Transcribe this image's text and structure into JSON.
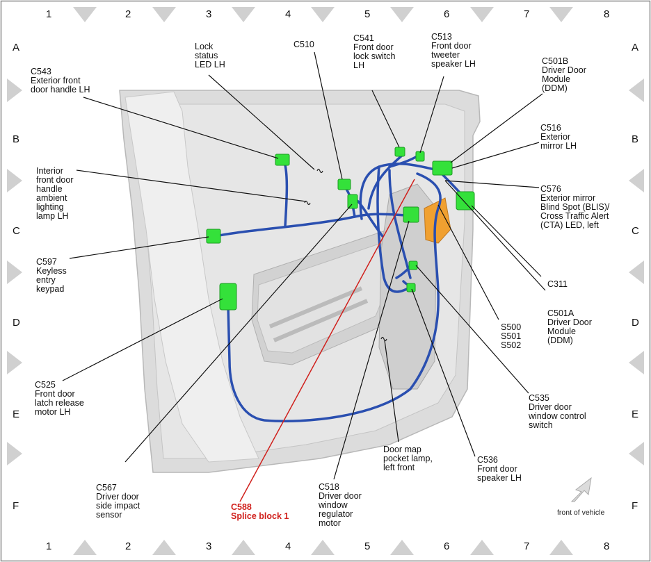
{
  "grid": {
    "columns": [
      "1",
      "2",
      "3",
      "4",
      "5",
      "6",
      "7",
      "8"
    ],
    "rows": [
      "A",
      "B",
      "C",
      "D",
      "E",
      "F"
    ]
  },
  "labels": [
    {
      "id": "c543",
      "text": "C543\nExterior front\ndoor handle LH"
    },
    {
      "id": "lock",
      "text": "Lock\nstatus\nLED LH"
    },
    {
      "id": "c510",
      "text": "C510"
    },
    {
      "id": "c541",
      "text": "C541\nFront door\nlock switch\nLH"
    },
    {
      "id": "c513",
      "text": "C513\nFront door\ntweeter\nspeaker LH"
    },
    {
      "id": "c501b",
      "text": "C501B\nDriver Door\nModule\n(DDM)"
    },
    {
      "id": "c516",
      "text": "C516\nExterior\nmirror LH"
    },
    {
      "id": "interior",
      "text": "Interior\nfront door\nhandle\nambient\nlighting\nlamp LH"
    },
    {
      "id": "c576",
      "text": "C576\nExterior mirror\nBlind Spot (BLIS)/\nCross Traffic Alert\n(CTA) LED, left"
    },
    {
      "id": "c597",
      "text": "C597\nKeyless\nentry\nkeypad"
    },
    {
      "id": "c311",
      "text": "C311"
    },
    {
      "id": "c501a",
      "text": "C501A\nDriver Door\nModule\n(DDM)"
    },
    {
      "id": "s500",
      "text": "S500\nS501\nS502"
    },
    {
      "id": "c525",
      "text": "C525\nFront door\nlatch release\nmotor LH"
    },
    {
      "id": "c535",
      "text": "C535\nDriver door\nwindow control\nswitch"
    },
    {
      "id": "map",
      "text": "Door map\npocket lamp,\nleft front"
    },
    {
      "id": "c536",
      "text": "C536\nFront door\nspeaker LH"
    },
    {
      "id": "c567",
      "text": "C567\nDriver door\nside impact\nsensor"
    },
    {
      "id": "c588",
      "text": "C588\nSplice block 1"
    },
    {
      "id": "c518",
      "text": "C518\nDriver door\nwindow\nregulator\nmotor"
    }
  ],
  "front_of_vehicle": "front of vehicle",
  "colors": {
    "connector": "#34e13a",
    "wiring": "#2a4fb0",
    "callout_red": "#d0201c",
    "door_panel": "#d9d9d9",
    "splice_orange": "#f0a030"
  }
}
